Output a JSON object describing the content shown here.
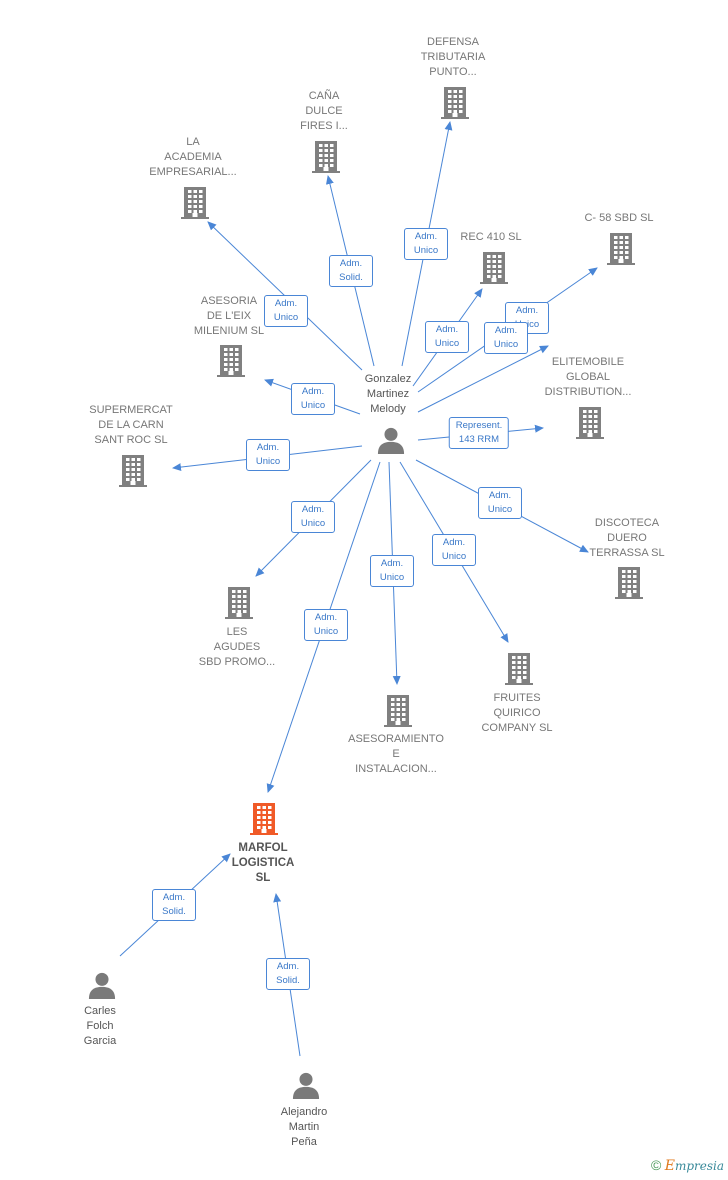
{
  "nodes": [
    {
      "id": "gonzalez",
      "kind": "person",
      "label": "Gonzalez\nMartinez\nMelody"
    },
    {
      "id": "defensa",
      "kind": "company",
      "label": "DEFENSA\nTRIBUTARIA\nPUNTO..."
    },
    {
      "id": "cana",
      "kind": "company",
      "label": "CAÑA\nDULCE\nFIRES I..."
    },
    {
      "id": "academia",
      "kind": "company",
      "label": "LA\nACADEMIA\nEMPRESARIAL..."
    },
    {
      "id": "asesoria",
      "kind": "company",
      "label": "ASESORIA\nDE L'EIX\nMILENIUM SL"
    },
    {
      "id": "supermercat",
      "kind": "company",
      "label": "SUPERMERCAT\nDE LA CARN\nSANT ROC  SL"
    },
    {
      "id": "rec410",
      "kind": "company",
      "label": "REC 410 SL"
    },
    {
      "id": "c58",
      "kind": "company",
      "label": "C- 58 SBD SL"
    },
    {
      "id": "elitemobile",
      "kind": "company",
      "label": "ELITEMOBILE\nGLOBAL\nDISTRIBUTION..."
    },
    {
      "id": "discoteca",
      "kind": "company",
      "label": "DISCOTECA\nDUERO\nTERRASSA  SL"
    },
    {
      "id": "lesagudes",
      "kind": "company",
      "label": "LES\nAGUDES\nSBD PROMO..."
    },
    {
      "id": "fruites",
      "kind": "company",
      "label": "FRUITES\nQUIRICO\nCOMPANY  SL"
    },
    {
      "id": "asesoramiento",
      "kind": "company",
      "label": "ASESORAMIENTO\nE\nINSTALACION..."
    },
    {
      "id": "marfol",
      "kind": "main",
      "label": "MARFOL\nLOGISTICA\nSL"
    },
    {
      "id": "carles",
      "kind": "person",
      "label": "Carles\nFolch\nGarcia"
    },
    {
      "id": "alejandro",
      "kind": "person",
      "label": "Alejandro\nMartin\nPeña"
    }
  ],
  "edges": [
    {
      "from": "gonzalez",
      "to": "defensa",
      "label": "Adm.\nUnico"
    },
    {
      "from": "gonzalez",
      "to": "cana",
      "label": "Adm.\nSolid."
    },
    {
      "from": "gonzalez",
      "to": "academia",
      "label": "Adm.\nUnico"
    },
    {
      "from": "gonzalez",
      "to": "asesoria",
      "label": "Adm.\nUnico"
    },
    {
      "from": "gonzalez",
      "to": "supermercat",
      "label": "Adm.\nUnico"
    },
    {
      "from": "gonzalez",
      "to": "rec410",
      "label": "Adm.\nUnico"
    },
    {
      "from": "gonzalez",
      "to": "c58",
      "label": "Adm.\nUnico"
    },
    {
      "from": "gonzalez",
      "to": "elitemobile",
      "label": "Adm.\nUnico"
    },
    {
      "from": "gonzalez",
      "to": "elitemobile",
      "label": "Represent.\n143 RRM"
    },
    {
      "from": "gonzalez",
      "to": "discoteca",
      "label": "Adm.\nUnico"
    },
    {
      "from": "gonzalez",
      "to": "lesagudes",
      "label": "Adm.\nUnico"
    },
    {
      "from": "gonzalez",
      "to": "fruites",
      "label": "Adm.\nUnico"
    },
    {
      "from": "gonzalez",
      "to": "asesoramiento",
      "label": "Adm.\nUnico"
    },
    {
      "from": "gonzalez",
      "to": "marfol",
      "label": "Adm.\nUnico"
    },
    {
      "from": "carles",
      "to": "marfol",
      "label": "Adm.\nSolid."
    },
    {
      "from": "alejandro",
      "to": "marfol",
      "label": "Adm.\nSolid."
    }
  ],
  "colors": {
    "edge": "#4a86d6",
    "company_icon": "#808080",
    "main_icon": "#f05a28",
    "person_icon": "#7a7a7a"
  },
  "footer": {
    "copyright": "©",
    "brand_first": "E",
    "brand_rest": "mpresia"
  }
}
